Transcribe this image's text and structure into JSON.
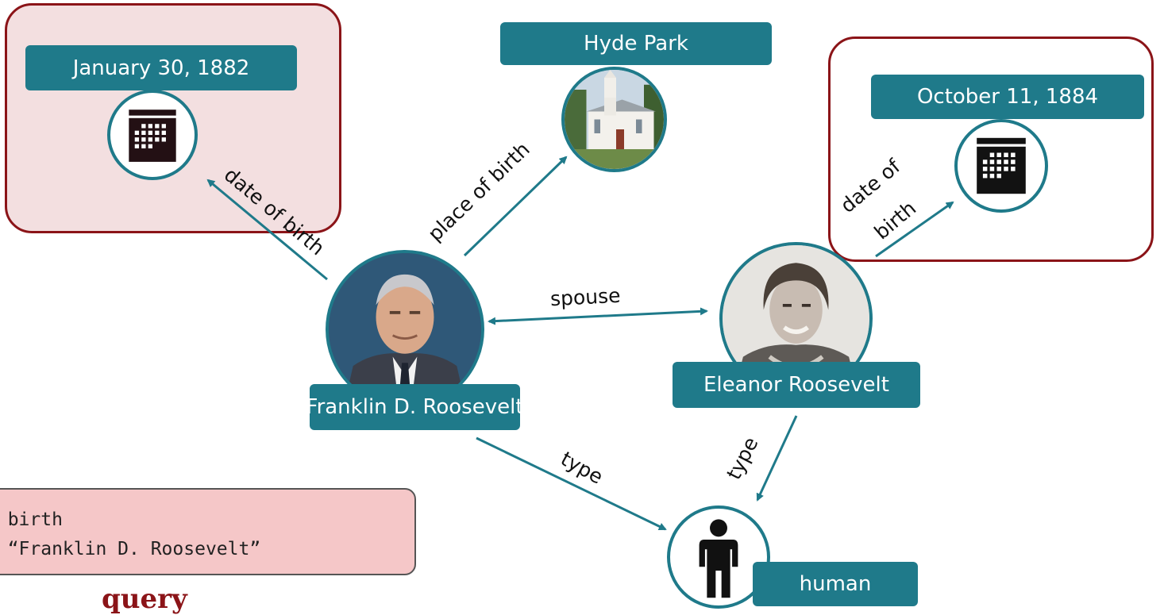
{
  "nodes": {
    "fdr_birth_date": {
      "label": "January 30, 1882",
      "icon": "calendar-icon"
    },
    "hyde_park": {
      "label": "Hyde Park",
      "icon": "church-photo"
    },
    "eleanor_birth_date": {
      "label": "October 11, 1884",
      "icon": "calendar-icon"
    },
    "fdr": {
      "label": "Franklin D. Roosevelt",
      "icon": "portrait-photo"
    },
    "eleanor": {
      "label": "Eleanor Roosevelt",
      "icon": "portrait-photo"
    },
    "human": {
      "label": "human",
      "icon": "person-icon"
    }
  },
  "edges": {
    "fdr_date_of_birth": "date of birth",
    "fdr_place_of_birth": "place of birth",
    "spouse": "spouse",
    "eleanor_date_of_birth_line1": "date of",
    "eleanor_date_of_birth_line2": "birth",
    "fdr_type": "type",
    "eleanor_type": "type"
  },
  "query": {
    "line1": "f birth",
    "line2": "= “Franklin D. Roosevelt”",
    "title": "query"
  },
  "colors": {
    "teal": "#1f7a8a",
    "highlight_border": "#8b1418",
    "highlight_fill": "#f3dfe0",
    "query_fill": "#f5c7c8"
  }
}
